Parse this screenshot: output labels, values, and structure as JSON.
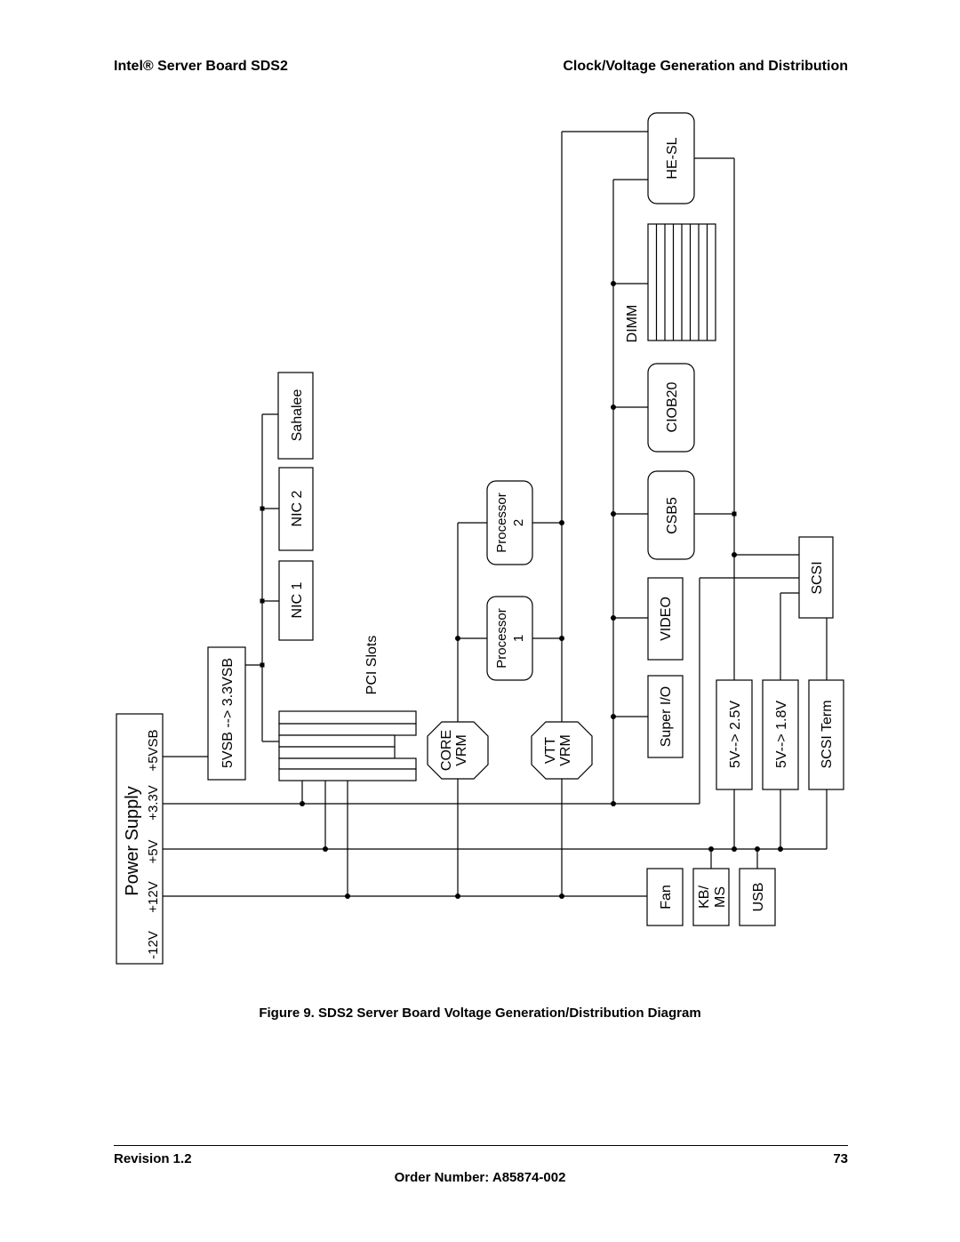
{
  "header": {
    "left": "Intel® Server Board SDS2",
    "right": "Clock/Voltage Generation and Distribution"
  },
  "diagram": {
    "power_supply": {
      "title": "Power Supply",
      "rails": [
        "-12V",
        "+12V",
        "+5V",
        "+3.3V",
        "+5VSB"
      ]
    },
    "blocks": {
      "he_sl": "HE-SL",
      "dimm": "DIMM",
      "cioB20": "CIOB20",
      "csb5": "CSB5",
      "video": "VIDEO",
      "super_io": "Super I/O",
      "scsi": "SCSI",
      "sahalee": "Sahalee",
      "nic2": "NIC 2",
      "nic1": "NIC 1",
      "pci_slots": "PCI Slots",
      "vsb_conv": "5VSB --> 3.3VSB",
      "proc2_line1": "Processor",
      "proc2_line2": "2",
      "proc1_line1": "Processor",
      "proc1_line2": "1",
      "core_vrm_line1": "CORE",
      "core_vrm_line2": "VRM",
      "vtt_vrm_line1": "VTT",
      "vtt_vrm_line2": "VRM",
      "conv_25": "5V--> 2.5V",
      "conv_18": "5V--> 1.8V",
      "scsi_term": "SCSI Term",
      "fan": "Fan",
      "kbms_line1": "KB/",
      "kbms_line2": "MS",
      "usb": "USB"
    }
  },
  "caption": "Figure 9. SDS2 Server Board Voltage Generation/Distribution Diagram",
  "footer": {
    "revision": "Revision 1.2",
    "page": "73",
    "order": "Order Number:  A85874-002"
  }
}
